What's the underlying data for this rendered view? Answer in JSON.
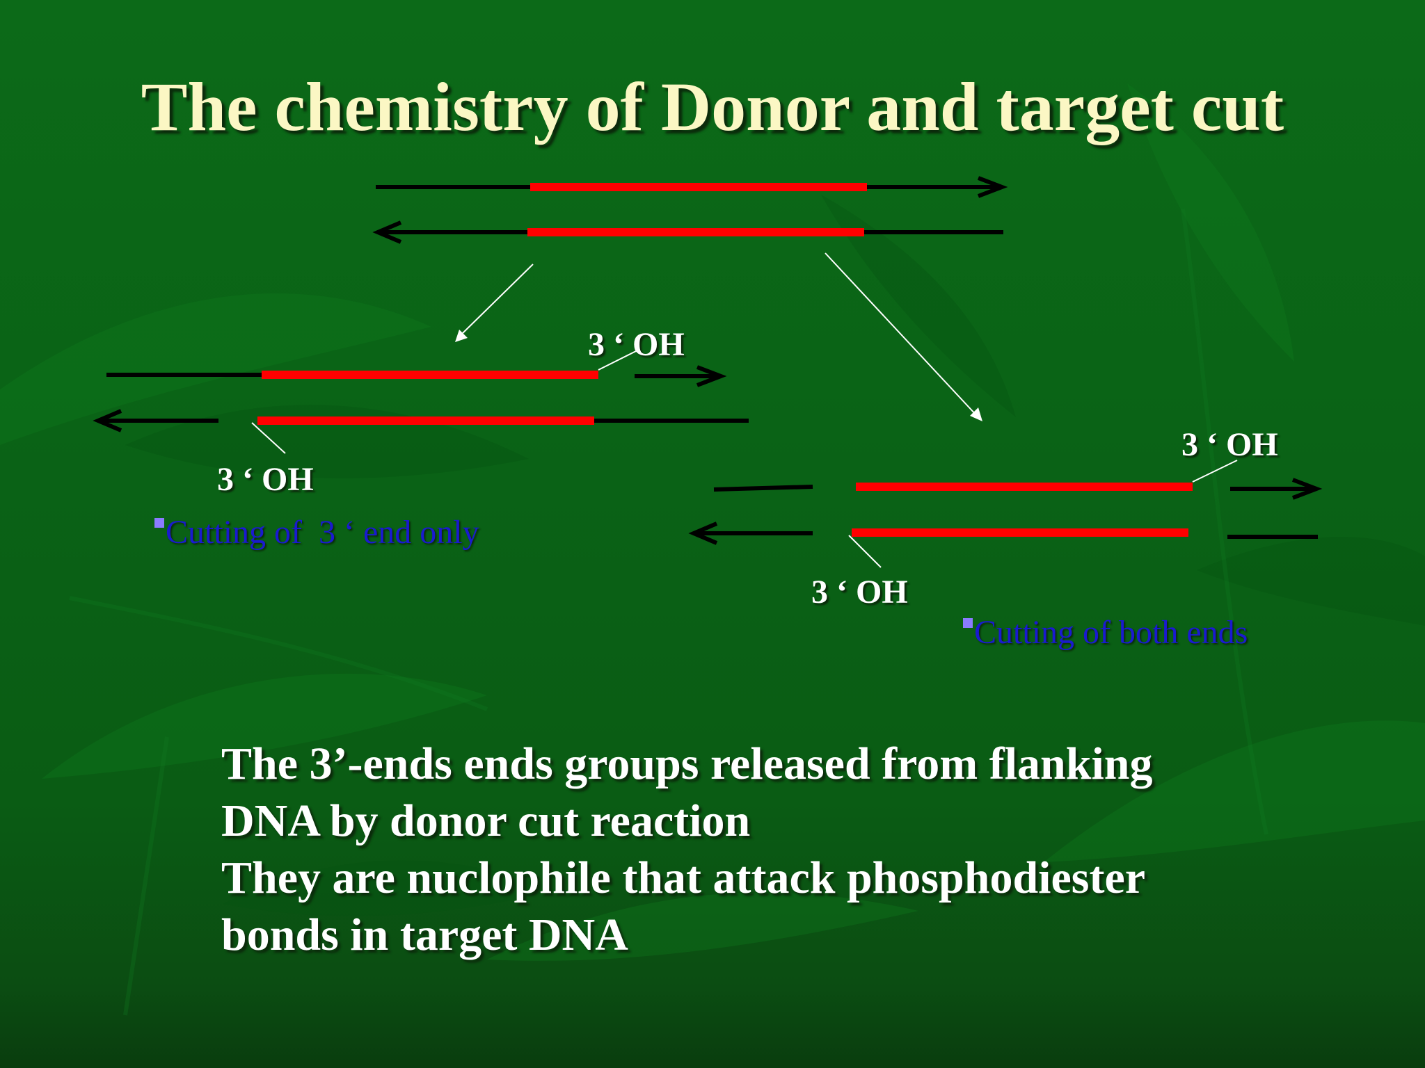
{
  "slide": {
    "title": "The chemistry of Donor and target cut",
    "labels": {
      "oh_top_left": "3 ‘ OH",
      "oh_bottom_left": "3 ‘ OH",
      "oh_top_right": "3 ‘ OH",
      "oh_bottom_right": "3 ‘ OH"
    },
    "captions": {
      "left": "Cutting of  3 ‘ end only",
      "right": "Cutting of both ends"
    },
    "body_lines": [
      "The 3’-ends ends groups released from flanking",
      "DNA by donor cut reaction",
      "They are nuclophile that attack phosphodiester",
      "bonds in target DNA"
    ]
  },
  "colors": {
    "background": "#0a6316",
    "title": "#fbf7c4",
    "donor_segment": "#ff0000",
    "flanking_strand": "#000000",
    "caption": "#1a1ad0",
    "bullet": "#8b7cff",
    "pointer_arrow": "#ffffff"
  },
  "icons": {
    "strand_arrowhead": "chevron-arrowhead",
    "bullet": "square-bullet"
  }
}
